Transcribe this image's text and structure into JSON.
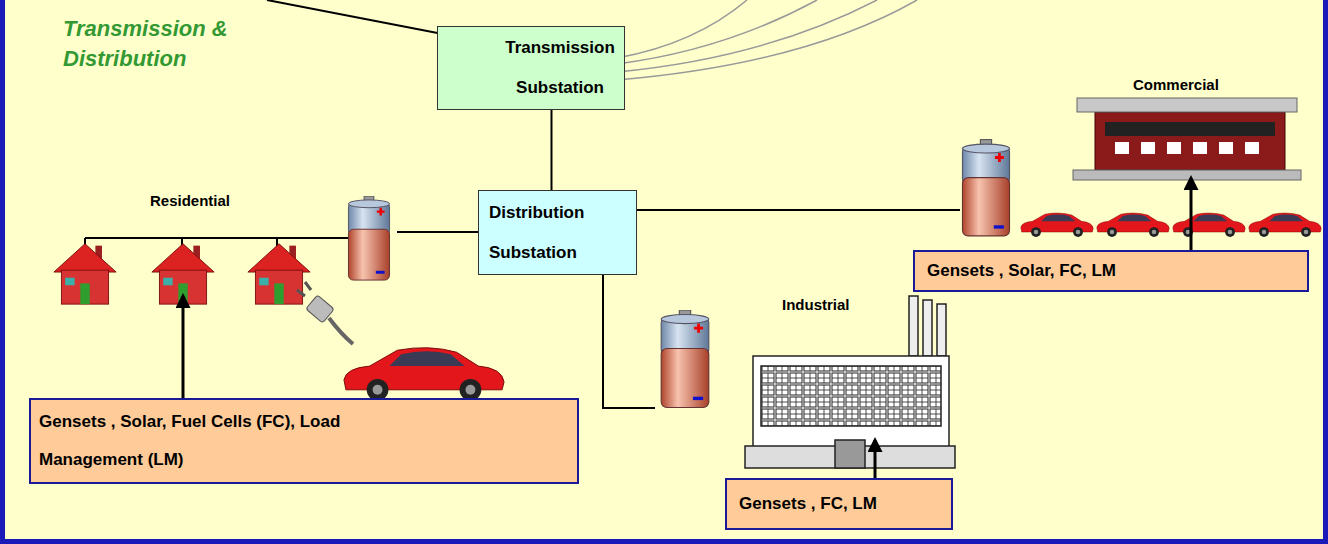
{
  "diagram": {
    "title": "Transmission & Distribution",
    "nodes": [
      {
        "text": [
          "Transmission Substation"
        ]
      },
      {
        "text": [
          "Distribution Substation"
        ]
      },
      {
        "text": [
          "Gensets , Solar, Fuel Cells (FC), Load Management (LM)"
        ]
      },
      {
        "text": [
          "Gensets , Solar, FC, LM"
        ]
      },
      {
        "text": [
          "Gensets , FC, LM"
        ]
      }
    ],
    "edges": [
      {
        "from": 0,
        "to": 1,
        "arrow": "none"
      }
    ],
    "labels": [
      "Residential",
      "Commercial",
      "Industrial"
    ]
  }
}
